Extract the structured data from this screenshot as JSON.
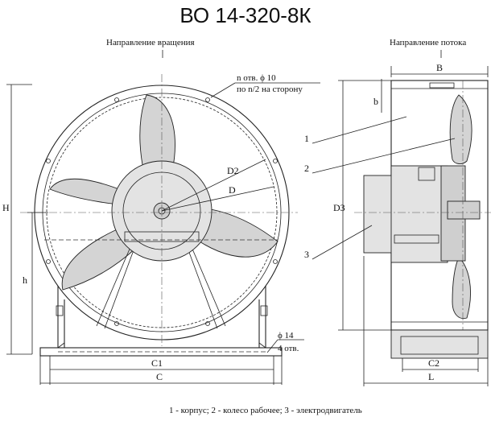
{
  "title": "ВО 14-320-8К",
  "labels": {
    "rotation_direction": "Направление вращения",
    "flow_direction": "Направление потока",
    "holes_note_1": "n отв. ϕ 10",
    "holes_note_2": "по n/2 на сторону",
    "foot_hole_1": "ϕ 14",
    "foot_hole_2": "4 отв."
  },
  "dimensions": {
    "H": "H",
    "h": "h",
    "D2": "D2",
    "D": "D",
    "D3": "D3",
    "C1": "C1",
    "C": "C",
    "B": "B",
    "b": "b",
    "C2": "C2",
    "L": "L"
  },
  "callouts": [
    "1",
    "2",
    "3"
  ],
  "legend": "1 - корпус;  2 - колесо рабочее;  3 - электродвигатель"
}
